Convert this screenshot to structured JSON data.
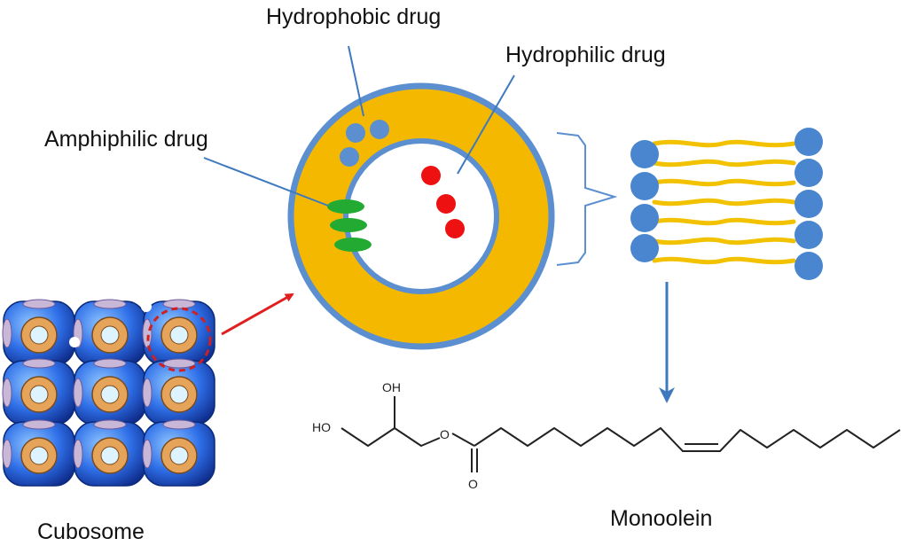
{
  "labels": {
    "hydrophobic": "Hydrophobic drug",
    "hydrophilic": "Hydrophilic drug",
    "amphiphilic": "Amphiphilic drug",
    "cubosome": "Cubosome",
    "monoolein": "Monoolein"
  },
  "molecule": {
    "hydroxyl_top": "OH",
    "hydroxyl_left": "HO",
    "ester_oxygen": "O",
    "carbonyl_oxygen": "O"
  },
  "colors": {
    "lipid_shell": "#F5B800",
    "membrane_blue": "#5B8FD0",
    "hydrophobic_drug": "#5B8FD0",
    "hydrophilic_drug": "#EE1111",
    "amphiphilic_drug": "#22AA33",
    "lipid_tail": "#F2C200",
    "lipid_head": "#4A86CF",
    "red_arrow": "#E02020",
    "blue_arrow": "#3E79C0",
    "cubic_cell": "#2A66E6",
    "cell_ring": "#E6A35A"
  }
}
